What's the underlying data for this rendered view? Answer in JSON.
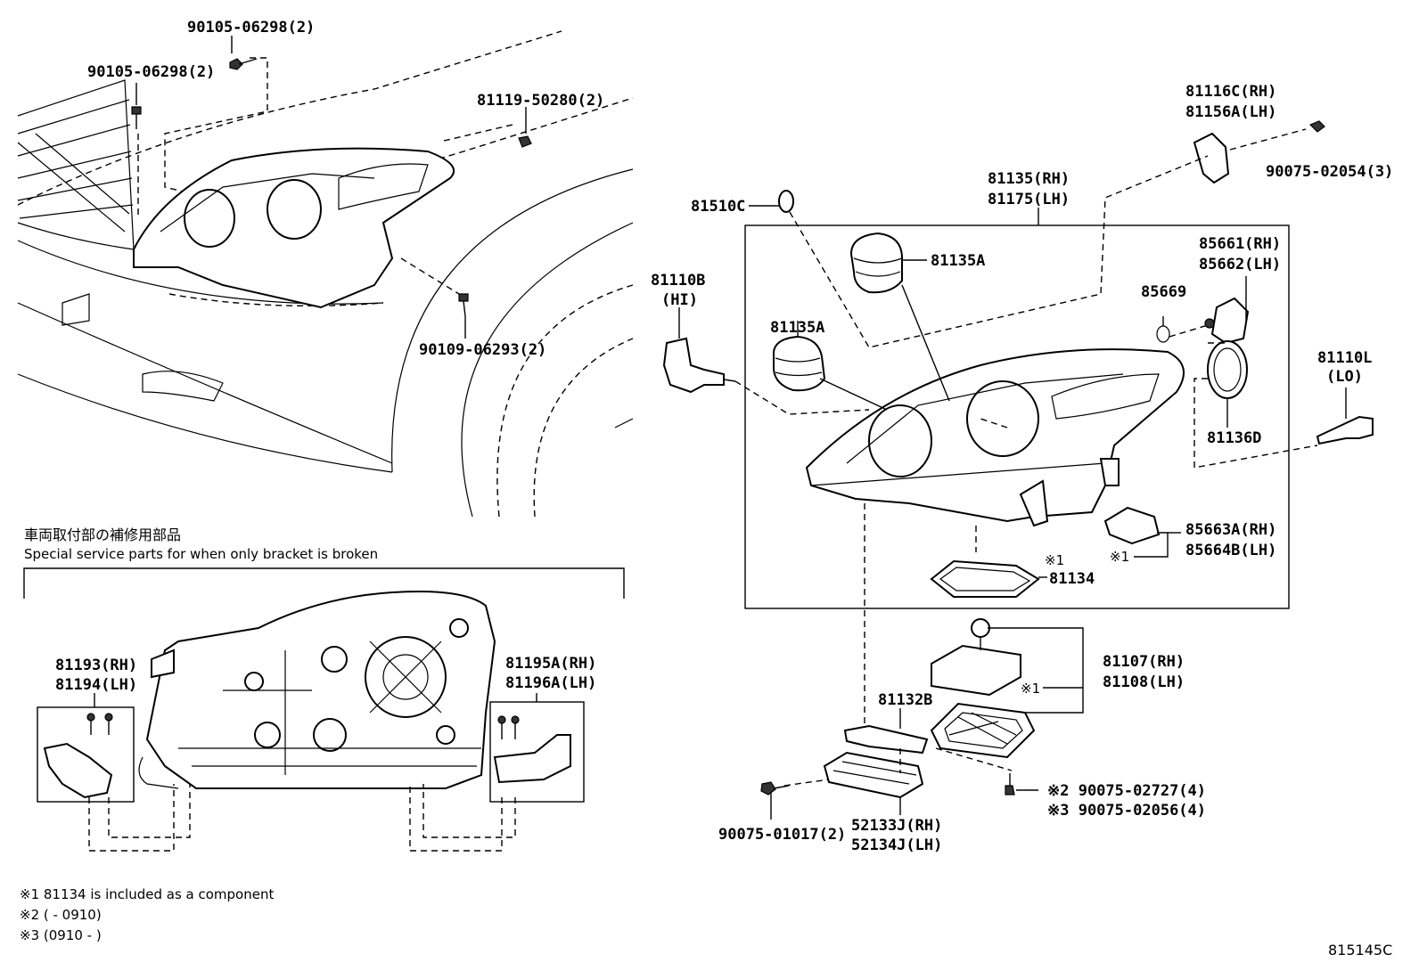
{
  "labels": {
    "p_90105_a": "90105-06298(2)",
    "p_90105_b": "90105-06298(2)",
    "p_81119": "81119-50280(2)",
    "p_90109": "90109-06293(2)",
    "p_81116c": "81116C(RH)",
    "p_81156a": "81156A(LH)",
    "p_90075_02054": "90075-02054(3)",
    "p_81135": "81135(RH)",
    "p_81175": "81175(LH)",
    "p_81510c": "81510C",
    "p_81135a_1": "81135A",
    "p_81135a_2": "81135A",
    "p_81110b": "81110B",
    "p_hi": "(HI)",
    "p_85661": "85661(RH)",
    "p_85662": "85662(LH)",
    "p_85669": "85669",
    "p_81110l": "81110L",
    "p_lo": "(LO)",
    "p_81136d": "81136D",
    "p_85663a": "85663A(RH)",
    "p_85664b": "85664B(LH)",
    "p_ref1_a": "※1",
    "p_ref1_b": "※1",
    "p_81134": "81134",
    "p_81107": "81107(RH)",
    "p_81108": "81108(LH)",
    "p_ref1_c": "※1",
    "p_81132b": "81132B",
    "p_ref2": "※2 90075-02727(4)",
    "p_ref3": "※3 90075-02056(4)",
    "p_90075_01017": "90075-01017(2)",
    "p_52133j": "52133J(RH)",
    "p_52134j": "52134J(LH)",
    "p_81193": "81193(RH)",
    "p_81194": "81194(LH)",
    "p_81195a": "81195A(RH)",
    "p_81196a": "81196A(LH)"
  },
  "special_section": {
    "title_jp": "車両取付部の補修用部品",
    "title_en": "Special service parts for when only bracket is broken"
  },
  "footnotes": [
    "※1 81134 is included as a component",
    "※2 (        - 0910)",
    "※3 (0910 -        )"
  ],
  "figure_id": "815145C"
}
